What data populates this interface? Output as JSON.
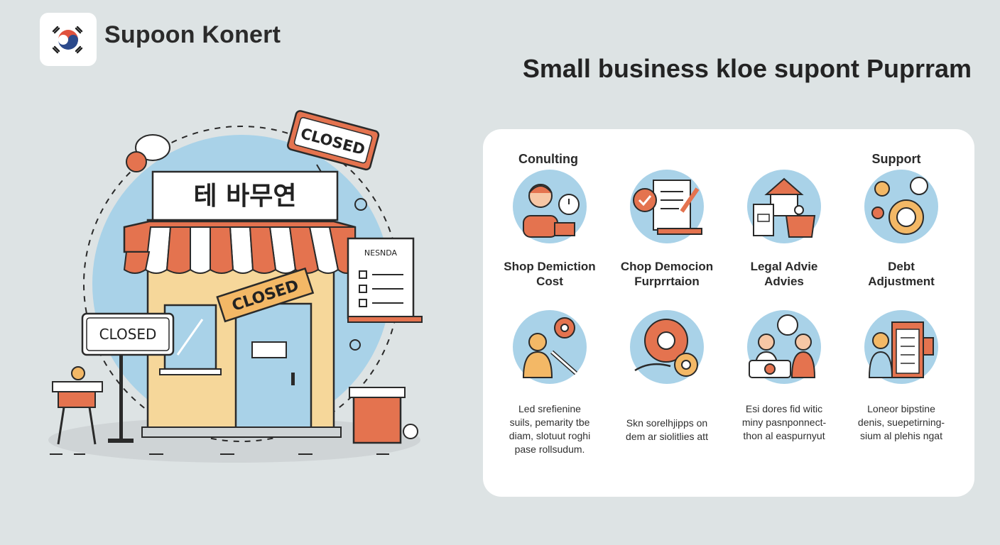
{
  "header": {
    "brand_name": "Supoon Konert",
    "title": "Small business kloe supont Puprram"
  },
  "illustration": {
    "shop_sign": "테 바무연",
    "closed_sign_top": "CLOSED",
    "closed_sign_banner": "CLOSED",
    "closed_sign_post": "CLOSED",
    "notice_board_title": "NESNDA"
  },
  "card": {
    "top_labels": [
      "Conulting",
      "Support"
    ],
    "services": [
      {
        "label": "Shop Demiction\nCost",
        "icon": "consultant-clock-icon"
      },
      {
        "label": "Chop Democion\nFurprrtaion",
        "icon": "document-pen-icon"
      },
      {
        "label": "Legal Advie\nAdvies",
        "icon": "legal-house-icon"
      },
      {
        "label": "Debt\nAdjustment",
        "icon": "gear-coins-icon"
      }
    ],
    "details": [
      {
        "desc": "Led srefienine\nsuils, pemarity tbe\ndiam, slotuut roghi\npase rollsudum.",
        "icon": "person-tools-icon"
      },
      {
        "desc": "Skn sorelhjipps on\ndem ar siolitlies att",
        "icon": "gear-hand-icon"
      },
      {
        "desc": "Esi dores fid witic\nminy pasnponnect-\nthon al easpurnyut",
        "icon": "people-meeting-icon"
      },
      {
        "desc": "Loneor bipstine\ndenis, suepetirning-\nsium al plehis ngat",
        "icon": "person-checklist-icon"
      }
    ]
  },
  "colors": {
    "accent_orange": "#e4734f",
    "light_blue": "#a9d2e8",
    "shop_yellow": "#f6d79a",
    "background": "#dde3e4"
  }
}
